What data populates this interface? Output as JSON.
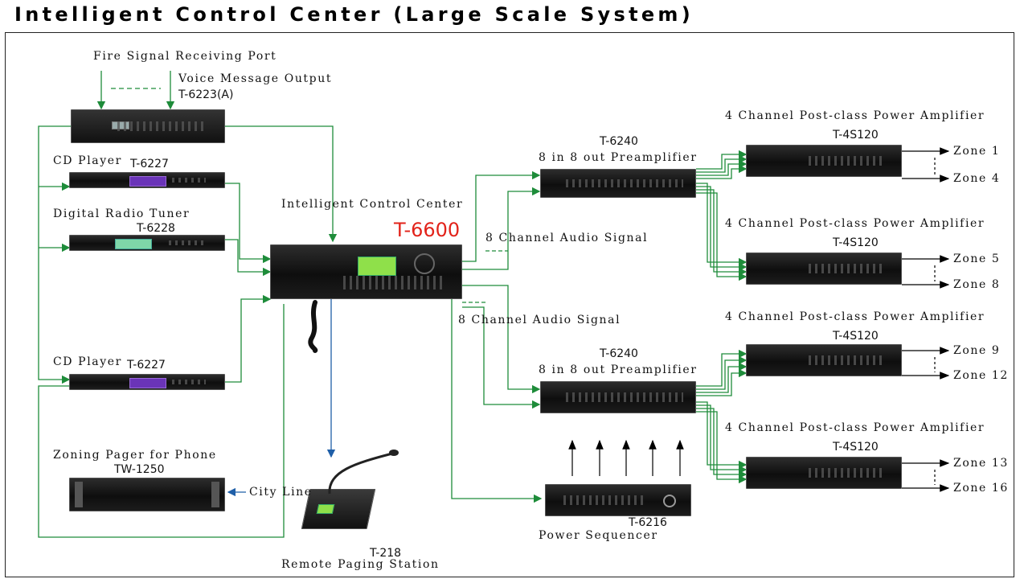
{
  "title": "Intelligent Control Center (Large Scale System)",
  "center": {
    "label": "Intelligent Control Center",
    "model": "T-6600"
  },
  "sources": {
    "fire_port": "Fire Signal Receiving Port",
    "voice_output": "Voice Message Output",
    "voice_model": "T-6223(A)",
    "cd1_label": "CD Player",
    "cd1_model": "T-6227",
    "tuner_label": "Digital Radio Tuner",
    "tuner_model": "T-6228",
    "cd2_label": "CD Player",
    "cd2_model": "T-6227",
    "pager_label": "Zoning Pager for Phone",
    "pager_model": "TW-1250",
    "city_line": "City Line"
  },
  "paging_station": {
    "model": "T-218",
    "label": "Remote Paging Station"
  },
  "audio_signal_1": "8 Channel Audio Signal",
  "audio_signal_2": "8 Channel Audio Signal",
  "preamps": [
    {
      "model": "T-6240",
      "label": "8 in 8 out Preamplifier"
    },
    {
      "model": "T-6240",
      "label": "8 in 8 out Preamplifier"
    }
  ],
  "amplifiers": [
    {
      "label": "4 Channel Post-class Power Amplifier",
      "model": "T-4S120",
      "zone_top": "Zone 1",
      "zone_bottom": "Zone 4"
    },
    {
      "label": "4 Channel Post-class Power Amplifier",
      "model": "T-4S120",
      "zone_top": "Zone 5",
      "zone_bottom": "Zone 8"
    },
    {
      "label": "4 Channel Post-class Power Amplifier",
      "model": "T-4S120",
      "zone_top": "Zone 9",
      "zone_bottom": "Zone 12"
    },
    {
      "label": "4 Channel Post-class Power Amplifier",
      "model": "T-4S120",
      "zone_top": "Zone 13",
      "zone_bottom": "Zone 16"
    }
  ],
  "sequencer": {
    "model": "T-6216",
    "label": "Power Sequencer"
  },
  "colors": {
    "signal_wire": "#1e8c3a",
    "control_wire": "#1f5fa8",
    "zone_wire": "#000000",
    "highlight": "#e2231a"
  }
}
